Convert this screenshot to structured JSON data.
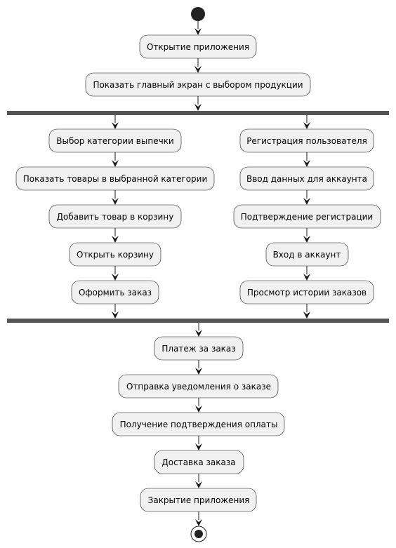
{
  "main_flow_top": [
    "Открытие приложения",
    "Показать главный экран с выбором продукции"
  ],
  "left_branch": [
    "Выбор категории выпечки",
    "Показать товары в выбранной категории",
    "Добавить товар в корзину",
    "Открыть корзину",
    "Оформить заказ"
  ],
  "right_branch": [
    "Регистрация пользователя",
    "Ввод данных для аккаунта",
    "Подтверждение регистрации",
    "Вход в аккаунт",
    "Просмотр истории заказов"
  ],
  "main_flow_bottom": [
    "Платеж за заказ",
    "Отправка уведомления о заказе",
    "Получение подтверждения оплаты",
    "Доставка заказа",
    "Закрытие приложения"
  ],
  "colors": {
    "box_fill": "#f1f1f1",
    "border": "#181818",
    "fork_bar": "#555555",
    "start_end": "#222222"
  }
}
